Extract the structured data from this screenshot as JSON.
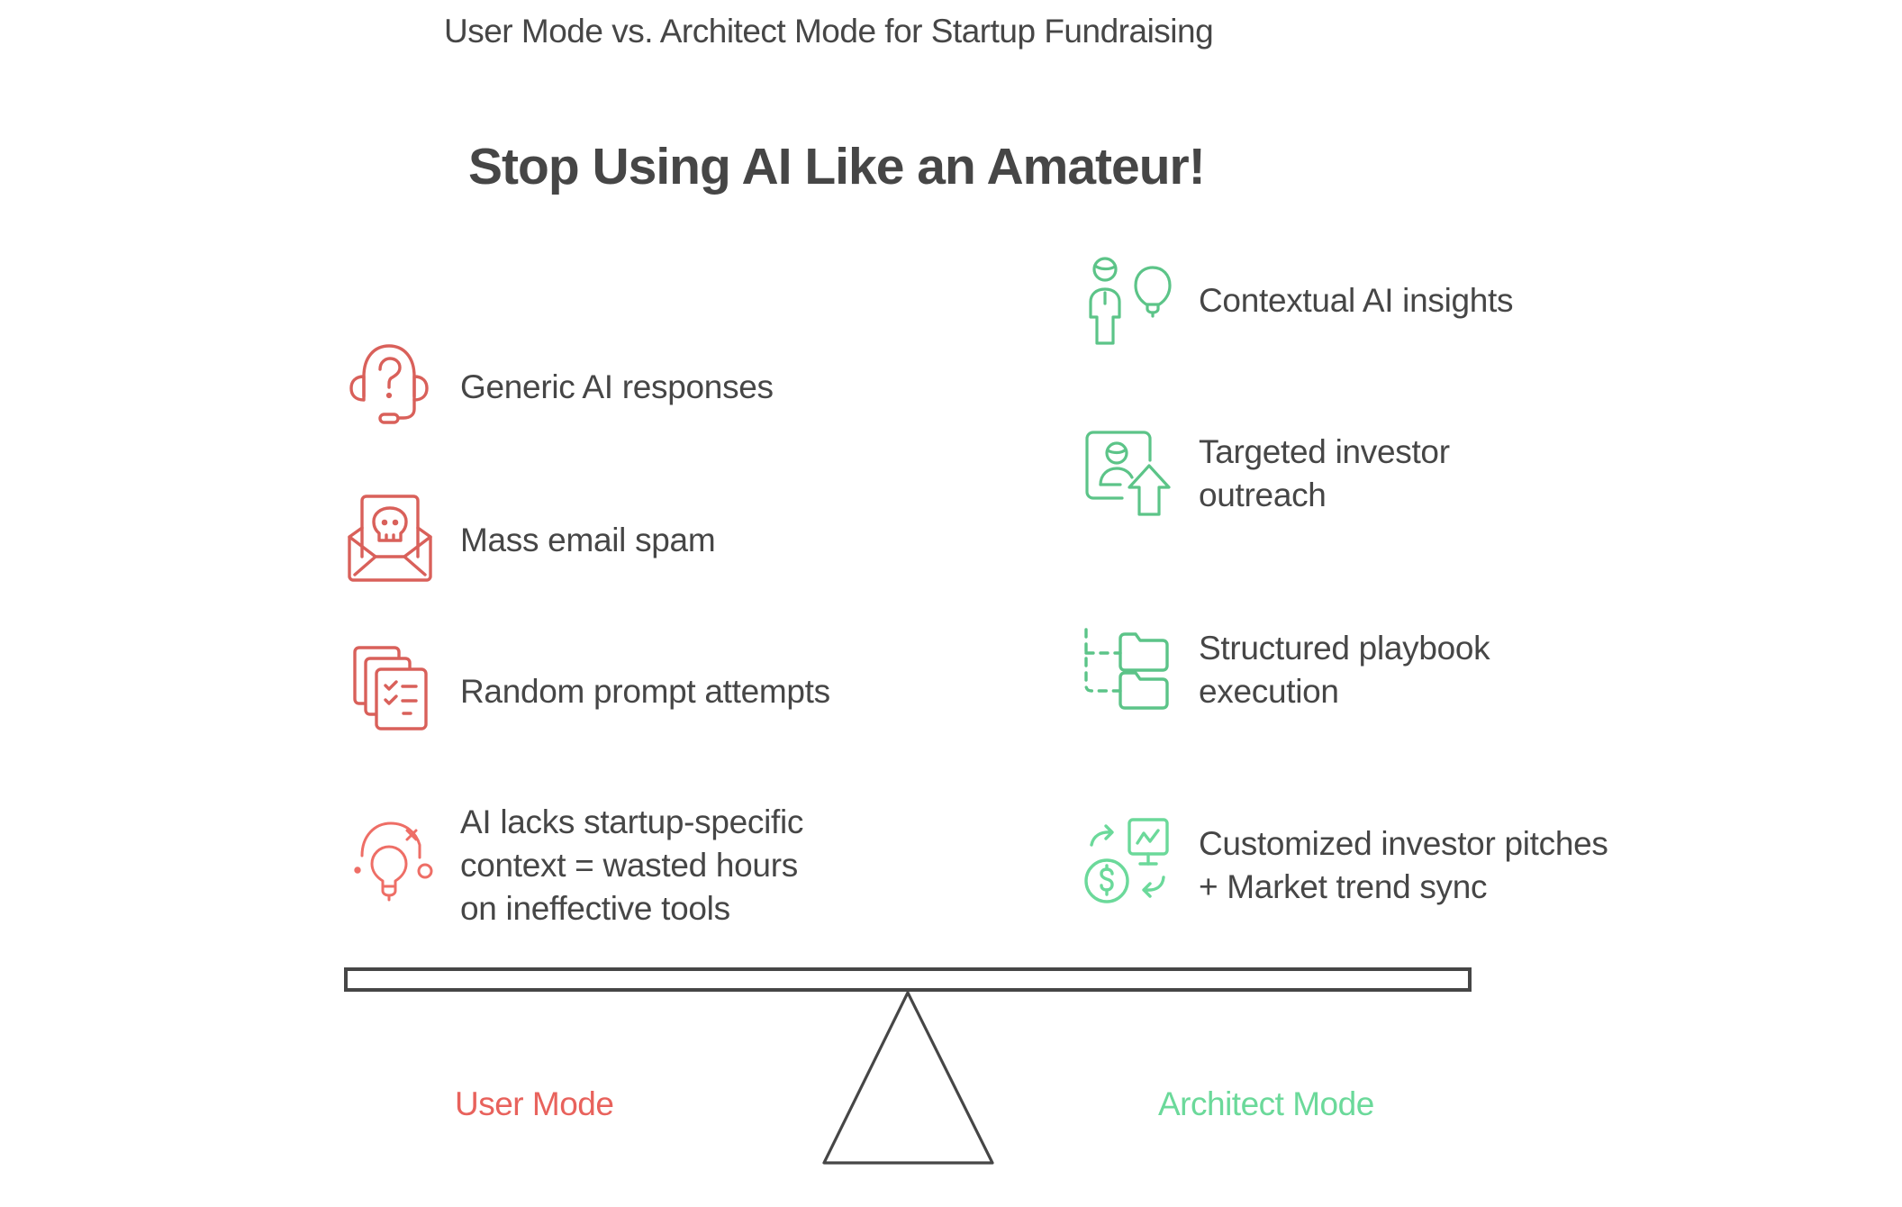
{
  "header": {
    "subtitle": "User Mode vs. Architect Mode for Startup Fundraising",
    "title": "Stop Using AI Like an Amateur!"
  },
  "colors": {
    "text": "#464646",
    "user_mode": "#d9605a",
    "architect_mode": "#5cc488",
    "architect_label": "#6bd99a",
    "seesaw": "#464646"
  },
  "user_mode": {
    "label": "User Mode",
    "items": [
      {
        "icon": "headset-question-icon",
        "lines": [
          "Generic AI responses"
        ]
      },
      {
        "icon": "spam-email-skull-icon",
        "lines": [
          "Mass email spam"
        ]
      },
      {
        "icon": "stacked-checklists-icon",
        "lines": [
          "Random prompt attempts"
        ]
      },
      {
        "icon": "lightbulb-orbit-icon",
        "lines": [
          "AI lacks startup-specific",
          "context = wasted hours",
          "on ineffective tools"
        ]
      }
    ]
  },
  "architect_mode": {
    "label": "Architect Mode",
    "items": [
      {
        "icon": "person-idea-icon",
        "lines": [
          "Contextual AI insights"
        ]
      },
      {
        "icon": "profile-upload-icon",
        "lines": [
          "Targeted investor",
          "outreach"
        ]
      },
      {
        "icon": "folder-tree-icon",
        "lines": [
          "Structured playbook",
          "execution"
        ]
      },
      {
        "icon": "money-chart-exchange-icon",
        "lines": [
          "Customized investor pitches",
          "+ Market trend sync"
        ]
      }
    ]
  }
}
